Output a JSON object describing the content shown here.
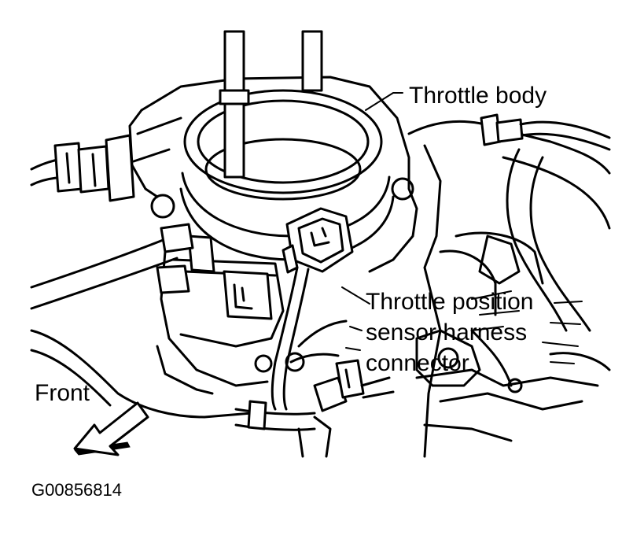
{
  "labels": {
    "throttle_body": "Throttle body",
    "tps_line1": "Throttle position",
    "tps_line2": "sensor harness",
    "tps_line3": "connector",
    "front": "Front"
  },
  "figure_id": "G00856814",
  "colors": {
    "ink": "#000000",
    "paper": "#ffffff"
  }
}
